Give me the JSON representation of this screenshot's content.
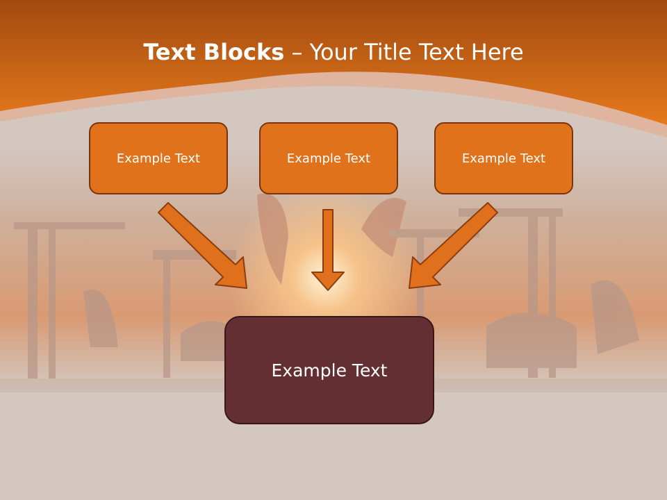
{
  "title": {
    "bold": "Text Blocks",
    "dash": " – ",
    "rest": "Your Title Text Here"
  },
  "boxes": {
    "top_left": "Example Text",
    "top_middle": "Example Text",
    "top_right": "Example Text",
    "bottom": "Example Text"
  },
  "colors": {
    "header_orange": "#e0721b",
    "box_orange": "#df721b",
    "box_border": "#7a3510",
    "target_box": "#632f32",
    "arrow_fill": "#e0701c",
    "background": "#d3c7c0"
  }
}
